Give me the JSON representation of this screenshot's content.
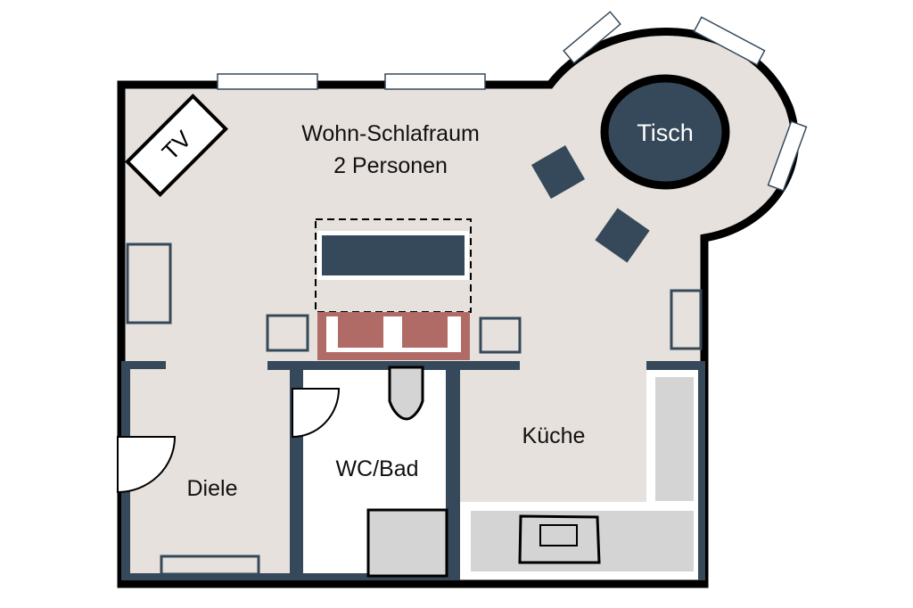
{
  "rooms": {
    "living": {
      "title": "Wohn-Schlafraum",
      "subtitle": "2 Personen"
    },
    "dining_table": "Tisch",
    "tv": "TV",
    "kitchen": "Küche",
    "bathroom": "WC/Bad",
    "hall": "Diele"
  },
  "colors": {
    "floor": "#e6e1dc",
    "inner_wall": "#36495a",
    "outer_wall": "#000000",
    "bed": "#b06b66",
    "fixture": "#d4d4d4"
  }
}
